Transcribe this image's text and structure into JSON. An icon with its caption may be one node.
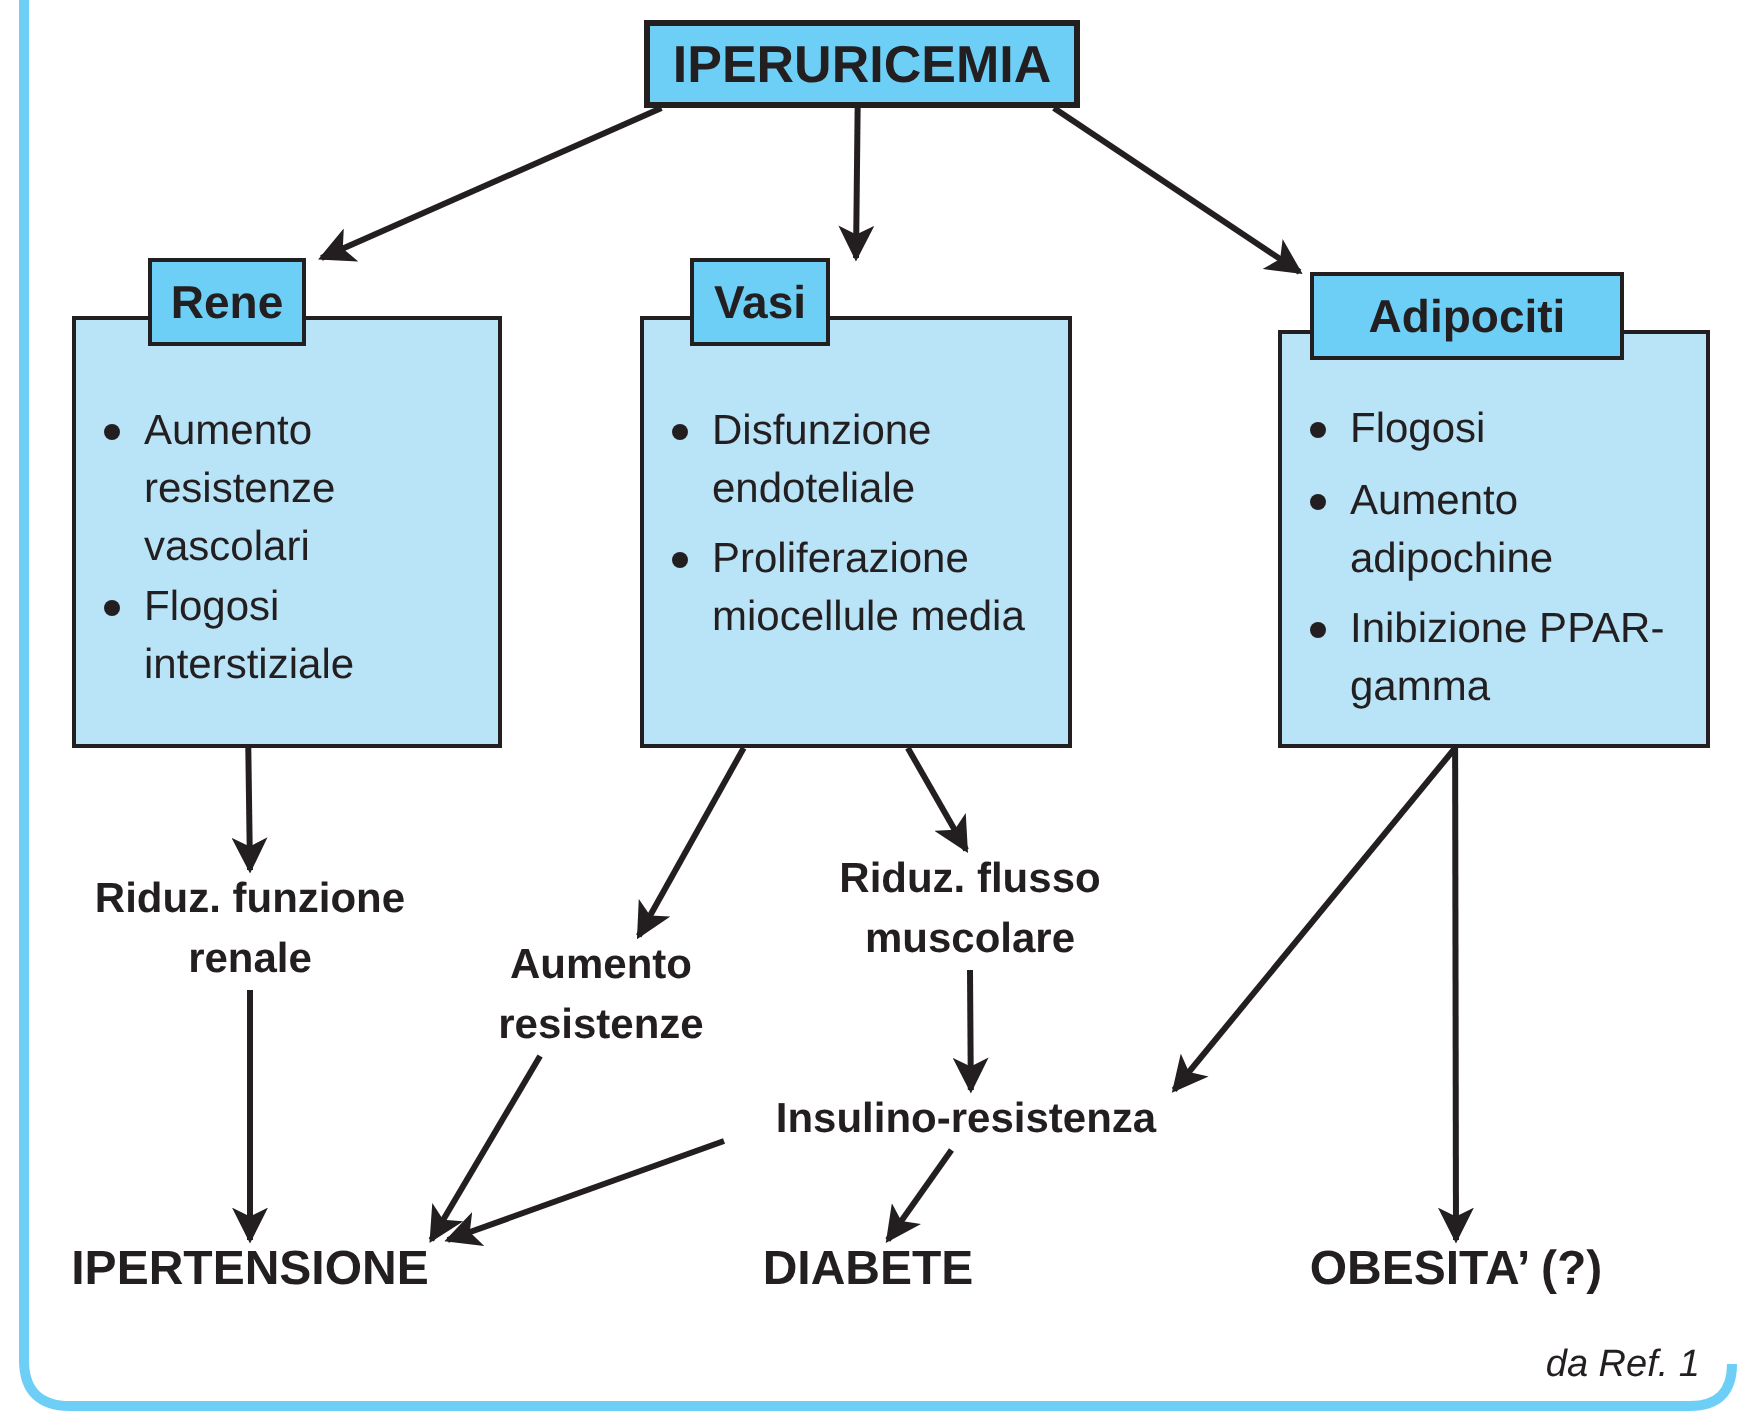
{
  "diagram": {
    "nodes": [
      {
        "text": [
          "IPERURICEMIA"
        ]
      },
      {
        "text": [
          "Rene",
          "Aumento resistenze vascolari",
          "Flogosi interstiziale"
        ]
      },
      {
        "text": [
          "Vasi",
          "Disfunzione endoteliale",
          "Proliferazione miocellule media"
        ]
      },
      {
        "text": [
          "Adipociti",
          "Flogosi",
          "Aumento adipochine",
          "Inibizione PPAR-gamma"
        ]
      },
      {
        "text": [
          "Riduz. funzione renale"
        ]
      },
      {
        "text": [
          "Aumento resistenze"
        ]
      },
      {
        "text": [
          "Riduz. flusso muscolare"
        ]
      },
      {
        "text": [
          "Insulino-resistenza"
        ]
      },
      {
        "text": [
          "IPERTENSIONE"
        ]
      },
      {
        "text": [
          "DIABETE"
        ]
      },
      {
        "text": [
          "OBESITA’ (?)"
        ]
      }
    ],
    "edges": [
      {
        "from": 0,
        "to": 1,
        "arrow": "to"
      },
      {
        "from": 0,
        "to": 2,
        "arrow": "to"
      },
      {
        "from": 0,
        "to": 3,
        "arrow": "to"
      },
      {
        "from": 1,
        "to": 4,
        "arrow": "to"
      },
      {
        "from": 2,
        "to": 5,
        "arrow": "to"
      },
      {
        "from": 2,
        "to": 6,
        "arrow": "to"
      },
      {
        "from": 3,
        "to": 7,
        "arrow": "to"
      },
      {
        "from": 3,
        "to": 10,
        "arrow": "to"
      },
      {
        "from": 4,
        "to": 8,
        "arrow": "to"
      },
      {
        "from": 5,
        "to": 8,
        "arrow": "to"
      },
      {
        "from": 6,
        "to": 7,
        "arrow": "to"
      },
      {
        "from": 7,
        "to": 8,
        "arrow": "to"
      },
      {
        "from": 7,
        "to": 9,
        "arrow": "to"
      }
    ],
    "labels": [
      "da Ref. 1"
    ]
  }
}
